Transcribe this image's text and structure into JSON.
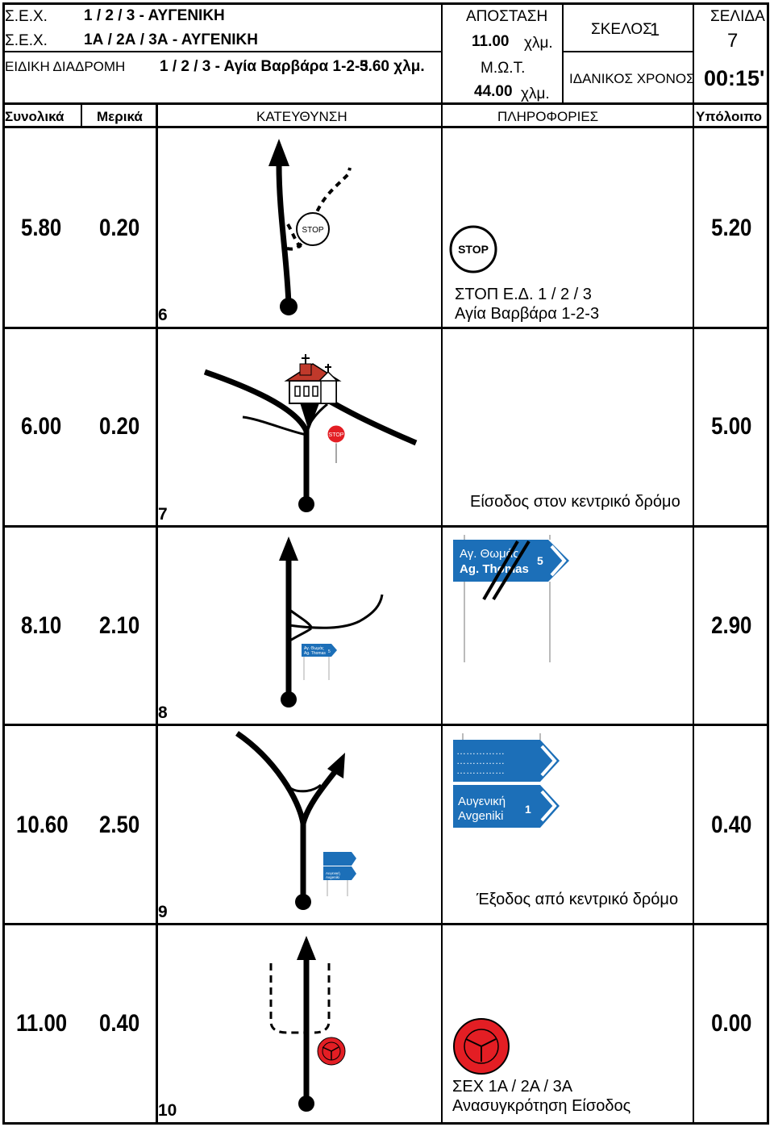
{
  "header": {
    "sex_label_1": "Σ.Ε.Χ.",
    "sex_route_1": "1 / 2 / 3  - ΑΥΓΕΝΙΚΗ",
    "sex_label_2": "Σ.Ε.Χ.",
    "sex_route_2": "1Α / 2Α / 3Α - ΑΥΓΕΝΙΚΗ",
    "special_label": "ΕΙΔΙΚΗ ΔΙΑΔΡΟΜΗ",
    "special_route": "1 / 2 / 3 - Αγία Βαρβάρα 1-2-3",
    "special_km": "5.60 χλμ.",
    "distance_label": "ΑΠΟΣΤΑΣΗ",
    "distance_value": "11.00",
    "distance_unit": "χλμ.",
    "mot_label": "Μ.Ω.Τ.",
    "mot_value": "44.00",
    "mot_unit": "χλμ.",
    "leg_label": "ΣΚΕΛΟΣ",
    "leg_value": "1",
    "ideal_time_label": "ΙΔΑΝΙΚΟΣ ΧΡΟΝΟΣ",
    "ideal_time_value": "00:15'",
    "page_label": "ΣΕΛΙΔΑ",
    "page_value": "7"
  },
  "columns": {
    "total": "Συνολικά",
    "partial": "Μερικά",
    "direction": "ΚΑΤΕΥΘΥΝΣΗ",
    "info": "ΠΛΗΡΟΦΟΡΙΕΣ",
    "remaining": "Υπόλοιπο"
  },
  "rows": [
    {
      "total": "5.80",
      "partial": "0.20",
      "box": "6",
      "remaining": "5.20",
      "info_lines": [
        "ΣΤΟΠ Ε.Δ. 1 / 2 / 3",
        "Αγία Βαρβάρα 1-2-3"
      ],
      "sign_text": "STOP",
      "mini_text": "STOP"
    },
    {
      "total": "6.00",
      "partial": "0.20",
      "box": "7",
      "remaining": "5.00",
      "info_lines": [
        "Είσοδος στον κεντρικό δρόμο"
      ],
      "mini_text": "STOP"
    },
    {
      "total": "8.10",
      "partial": "2.10",
      "box": "8",
      "remaining": "2.90",
      "info_lines": [],
      "sign_line1": "Αγ. Θωμάς",
      "sign_line2": "Ag. Thomas",
      "sign_num": "5",
      "mini_line1": "Αγ. Θωμάς",
      "mini_line2": "Ag. Thomas",
      "mini_num": "5"
    },
    {
      "total": "10.60",
      "partial": "2.50",
      "box": "9",
      "remaining": "0.40",
      "info_lines": [
        "Έξοδος από κεντρικό δρόμο"
      ],
      "sign_dots": "……………",
      "sign_line1": "Αυγενική",
      "sign_line2": "Avgeniki",
      "sign_num": "1",
      "mini_line1": "Αυγενική",
      "mini_line2": "Avgeniki"
    },
    {
      "total": "11.00",
      "partial": "0.40",
      "box": "10",
      "remaining": "0.00",
      "info_lines": [
        "ΣΕΧ 1Α / 2Α / 3Α",
        "Ανασυγκρότηση Είσοδος"
      ]
    }
  ],
  "colors": {
    "sign_blue": "#1c6fb8",
    "stop_red": "#e31e24",
    "church_roof": "#c0392b",
    "lines": "#000000"
  },
  "icons": [
    "north-arrow-icon",
    "stop-sign-icon",
    "church-icon",
    "direction-sign-icon",
    "time-control-clock-icon"
  ]
}
